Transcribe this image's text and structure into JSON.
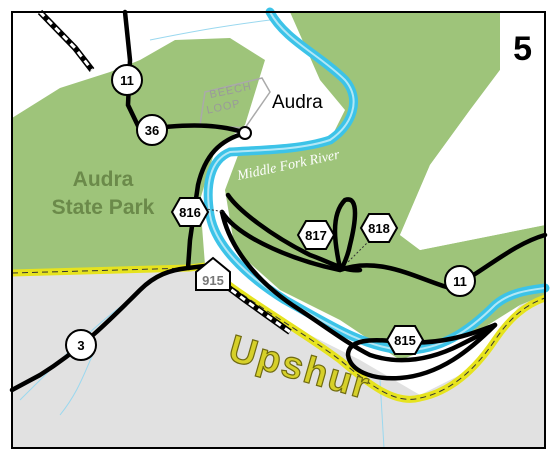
{
  "page_number": "5",
  "places": {
    "park_line1": "Audra",
    "park_line2": "State Park",
    "town": "Audra",
    "loop_line1": "BEECH",
    "loop_line2": "LOOP",
    "river": "Middle Fork River",
    "county": "Upshur"
  },
  "routes": {
    "r11_top": "11",
    "r36": "36",
    "r816": "816",
    "r817": "817",
    "r818": "818",
    "r915": "915",
    "r11_east": "11",
    "r815": "815",
    "r3": "3"
  },
  "colors": {
    "park_green": "#9ec47a",
    "county_gray": "#e1e1e1",
    "river_blue": "#3cc3e8",
    "boundary_yellow": "#e6e31e",
    "road": "#000000"
  }
}
